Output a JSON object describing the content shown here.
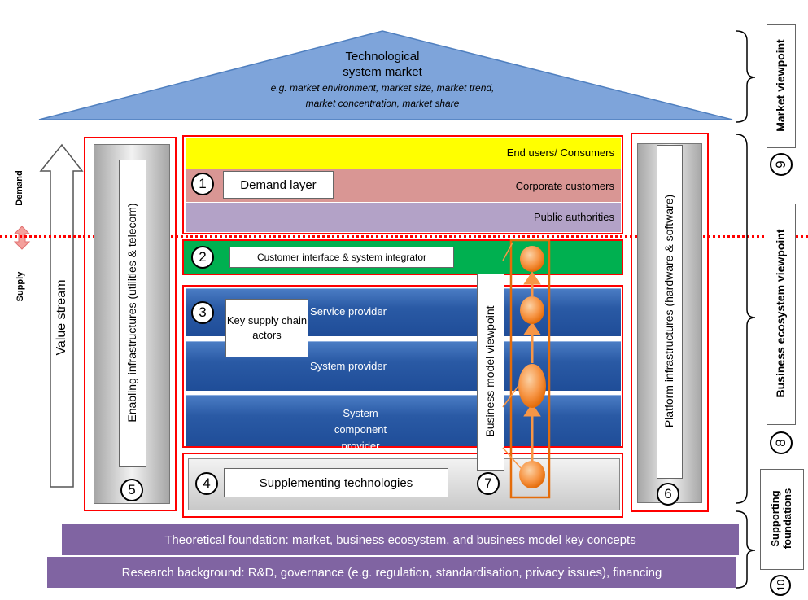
{
  "roof": {
    "title_line1": "Technological",
    "title_line2": "system market",
    "examples_line1": "e.g. market environment, market size, market trend,",
    "examples_line2": "market concentration, market share"
  },
  "value_stream": {
    "demand": "Demand",
    "supply": "Supply",
    "label": "Value stream"
  },
  "enabling": {
    "label": "Enabling infrastructures (utilities & telecom)",
    "number": "5"
  },
  "platform": {
    "label": "Platform infrastructures (hardware & software)",
    "number": "6"
  },
  "demand_layer": {
    "number": "1",
    "label": "Demand layer",
    "rows": [
      "End users/ Consumers",
      "Corporate customers",
      "Public authorities"
    ]
  },
  "interface_layer": {
    "number": "2",
    "label": "Customer interface & system integrator"
  },
  "supply_layer": {
    "number": "3",
    "label": "Key supply chain actors",
    "rows": [
      "Service provider",
      "System provider",
      "System component provider"
    ]
  },
  "supplementing": {
    "number": "4",
    "label": "Supplementing technologies"
  },
  "business_model": {
    "label": "Business model viewpoint",
    "number": "7"
  },
  "viewpoints": {
    "market": "Market viewpoint",
    "market_number": "9",
    "ecosystem": "Business ecosystem viewpoint",
    "ecosystem_number": "8",
    "foundations": "Supporting foundations",
    "foundations_number": "10"
  },
  "foundation": {
    "theoretical": "Theoretical foundation: market, business ecosystem, and business model key concepts",
    "research": "Research background: R&D, governance (e.g. regulation, standardisation, privacy issues), financing"
  },
  "colors": {
    "roof": "#6f9ad6",
    "end_users": "#ffff00",
    "corporate": "#d99694",
    "public": "#b3a2c7",
    "interface": "#00b050",
    "supply": "#2a5aa5",
    "foundation": "#8064a2",
    "frame": "#ff0000",
    "orange": "#f79646"
  }
}
